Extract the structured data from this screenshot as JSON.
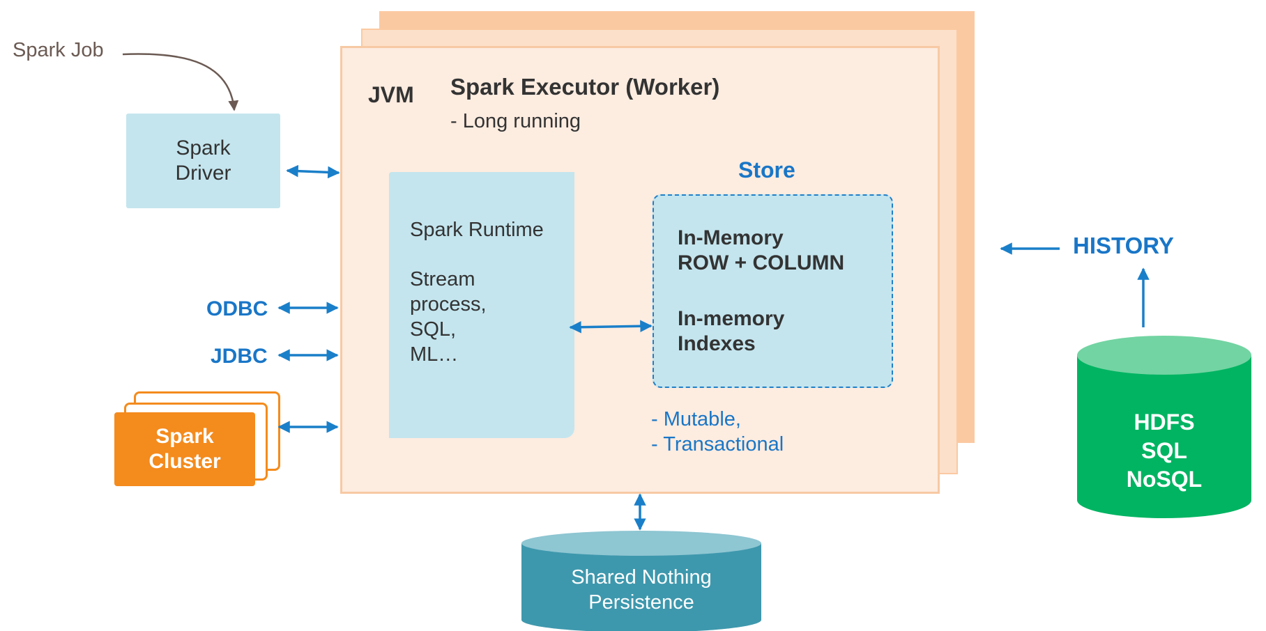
{
  "diagram": {
    "executor": {
      "jvm_label": "JVM",
      "title": "Spark Executor (Worker)",
      "subtitle": "- Long running"
    },
    "spark_job": {
      "label": "Spark Job"
    },
    "driver": {
      "line1": "Spark",
      "line2": "Driver"
    },
    "runtime": {
      "title": "Spark Runtime",
      "lines": [
        "Stream",
        "process,",
        "SQL,",
        "ML…"
      ]
    },
    "store": {
      "title": "Store",
      "line1": "In-Memory",
      "line2": "ROW + COLUMN",
      "line3": "In-memory",
      "line4": "Indexes",
      "notes": [
        "- Mutable,",
        "- Transactional"
      ]
    },
    "connectors": {
      "odbc": "ODBC",
      "jdbc": "JDBC"
    },
    "cluster": {
      "line1": "Spark",
      "line2": "Cluster"
    },
    "history": {
      "label": "HISTORY"
    },
    "hdfs": {
      "lines": [
        "HDFS",
        "SQL",
        "NoSQL"
      ]
    },
    "persistence": {
      "line1": "Shared Nothing",
      "line2": "Persistence"
    },
    "colors": {
      "arrow_blue": "#1a7fc9",
      "executor_fill": "#fdece0",
      "executor_border": "#f7c9a4",
      "light_blue_box": "#c4e5ee",
      "cluster_orange": "#f48b1d",
      "hdfs_green": "#00b462",
      "hdfs_top": "#72d4a2",
      "persistence_teal": "#3e98ad",
      "persistence_top": "#8ec6d2",
      "text_blue": "#1976c7"
    }
  }
}
